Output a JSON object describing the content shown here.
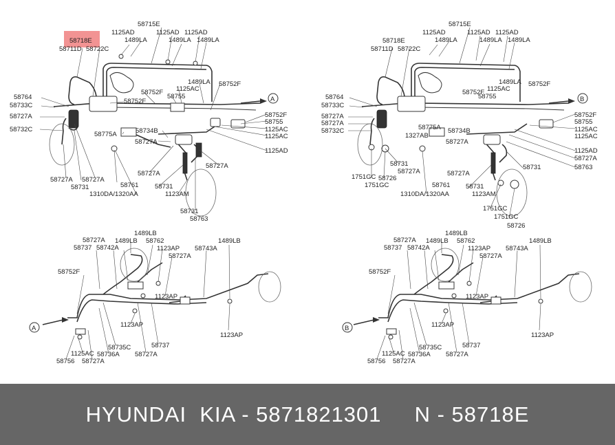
{
  "highlight": {
    "part": "58718E",
    "color": "#f08080"
  },
  "footer": {
    "text": "HYUNDAI  KIA - 5871821301     N - 58718E",
    "background": "#666666",
    "color": "#ffffff"
  },
  "panels": {
    "top_left": {
      "labels": [
        "58718E",
        "58711D",
        "58722C",
        "1125AD",
        "1489LA",
        "58715E",
        "1125AD",
        "1489LA",
        "1125AD",
        "1489LA",
        "58764",
        "58733C",
        "58727A",
        "58732C",
        "58752F",
        "58752F",
        "58755",
        "1125AC",
        "1489LA",
        "58752F",
        "58752F",
        "58755",
        "1125AC",
        "1125AC",
        "1125AD",
        "58775A",
        "58734B",
        "58727A",
        "58727A",
        "58761",
        "1310DA/1320AA",
        "58727A",
        "58731",
        "58727A",
        "58731",
        "1123AM",
        "58727A",
        "58731",
        "58763"
      ],
      "marker": "A"
    },
    "top_right": {
      "labels": [
        "58718E",
        "58711D",
        "58722C",
        "1125AD",
        "1489LA",
        "58715E",
        "1125AD",
        "1489LA",
        "1125AD",
        "1489LA",
        "58764",
        "58733C",
        "58727A",
        "58727A",
        "58732C",
        "58752F",
        "58755",
        "1125AC",
        "1489LA",
        "58752F",
        "58752F",
        "58755",
        "1125AC",
        "1125AC",
        "1125AD",
        "58727A",
        "58763",
        "58775A",
        "1327AB",
        "58734B",
        "58727A",
        "1751GC",
        "1751GC",
        "58726",
        "58731",
        "58727A",
        "58761",
        "1310DA/1320AA",
        "58727A",
        "58731",
        "1123AM",
        "58731",
        "1751GC",
        "1751GC",
        "58726"
      ],
      "marker": "B"
    },
    "bottom_left": {
      "labels": [
        "58727A",
        "58737",
        "58742A",
        "1489LB",
        "1489LB",
        "58762",
        "1123AP",
        "58727A",
        "58743A",
        "1489LB",
        "58752F",
        "1123AP",
        "1123AP",
        "1123AP",
        "58735C",
        "58737",
        "1125AC",
        "58736A",
        "58727A",
        "58727A",
        "58756"
      ],
      "marker": "A"
    },
    "bottom_right": {
      "labels": [
        "58727A",
        "58737",
        "58742A",
        "1489LB",
        "1489LB",
        "58762",
        "1123AP",
        "58727A",
        "58743A",
        "1489LB",
        "58752F",
        "1123AP",
        "1123AP",
        "1123AP",
        "58735C",
        "58737",
        "1125AC",
        "58736A",
        "58727A",
        "58727A",
        "58756"
      ],
      "marker": "B"
    }
  }
}
